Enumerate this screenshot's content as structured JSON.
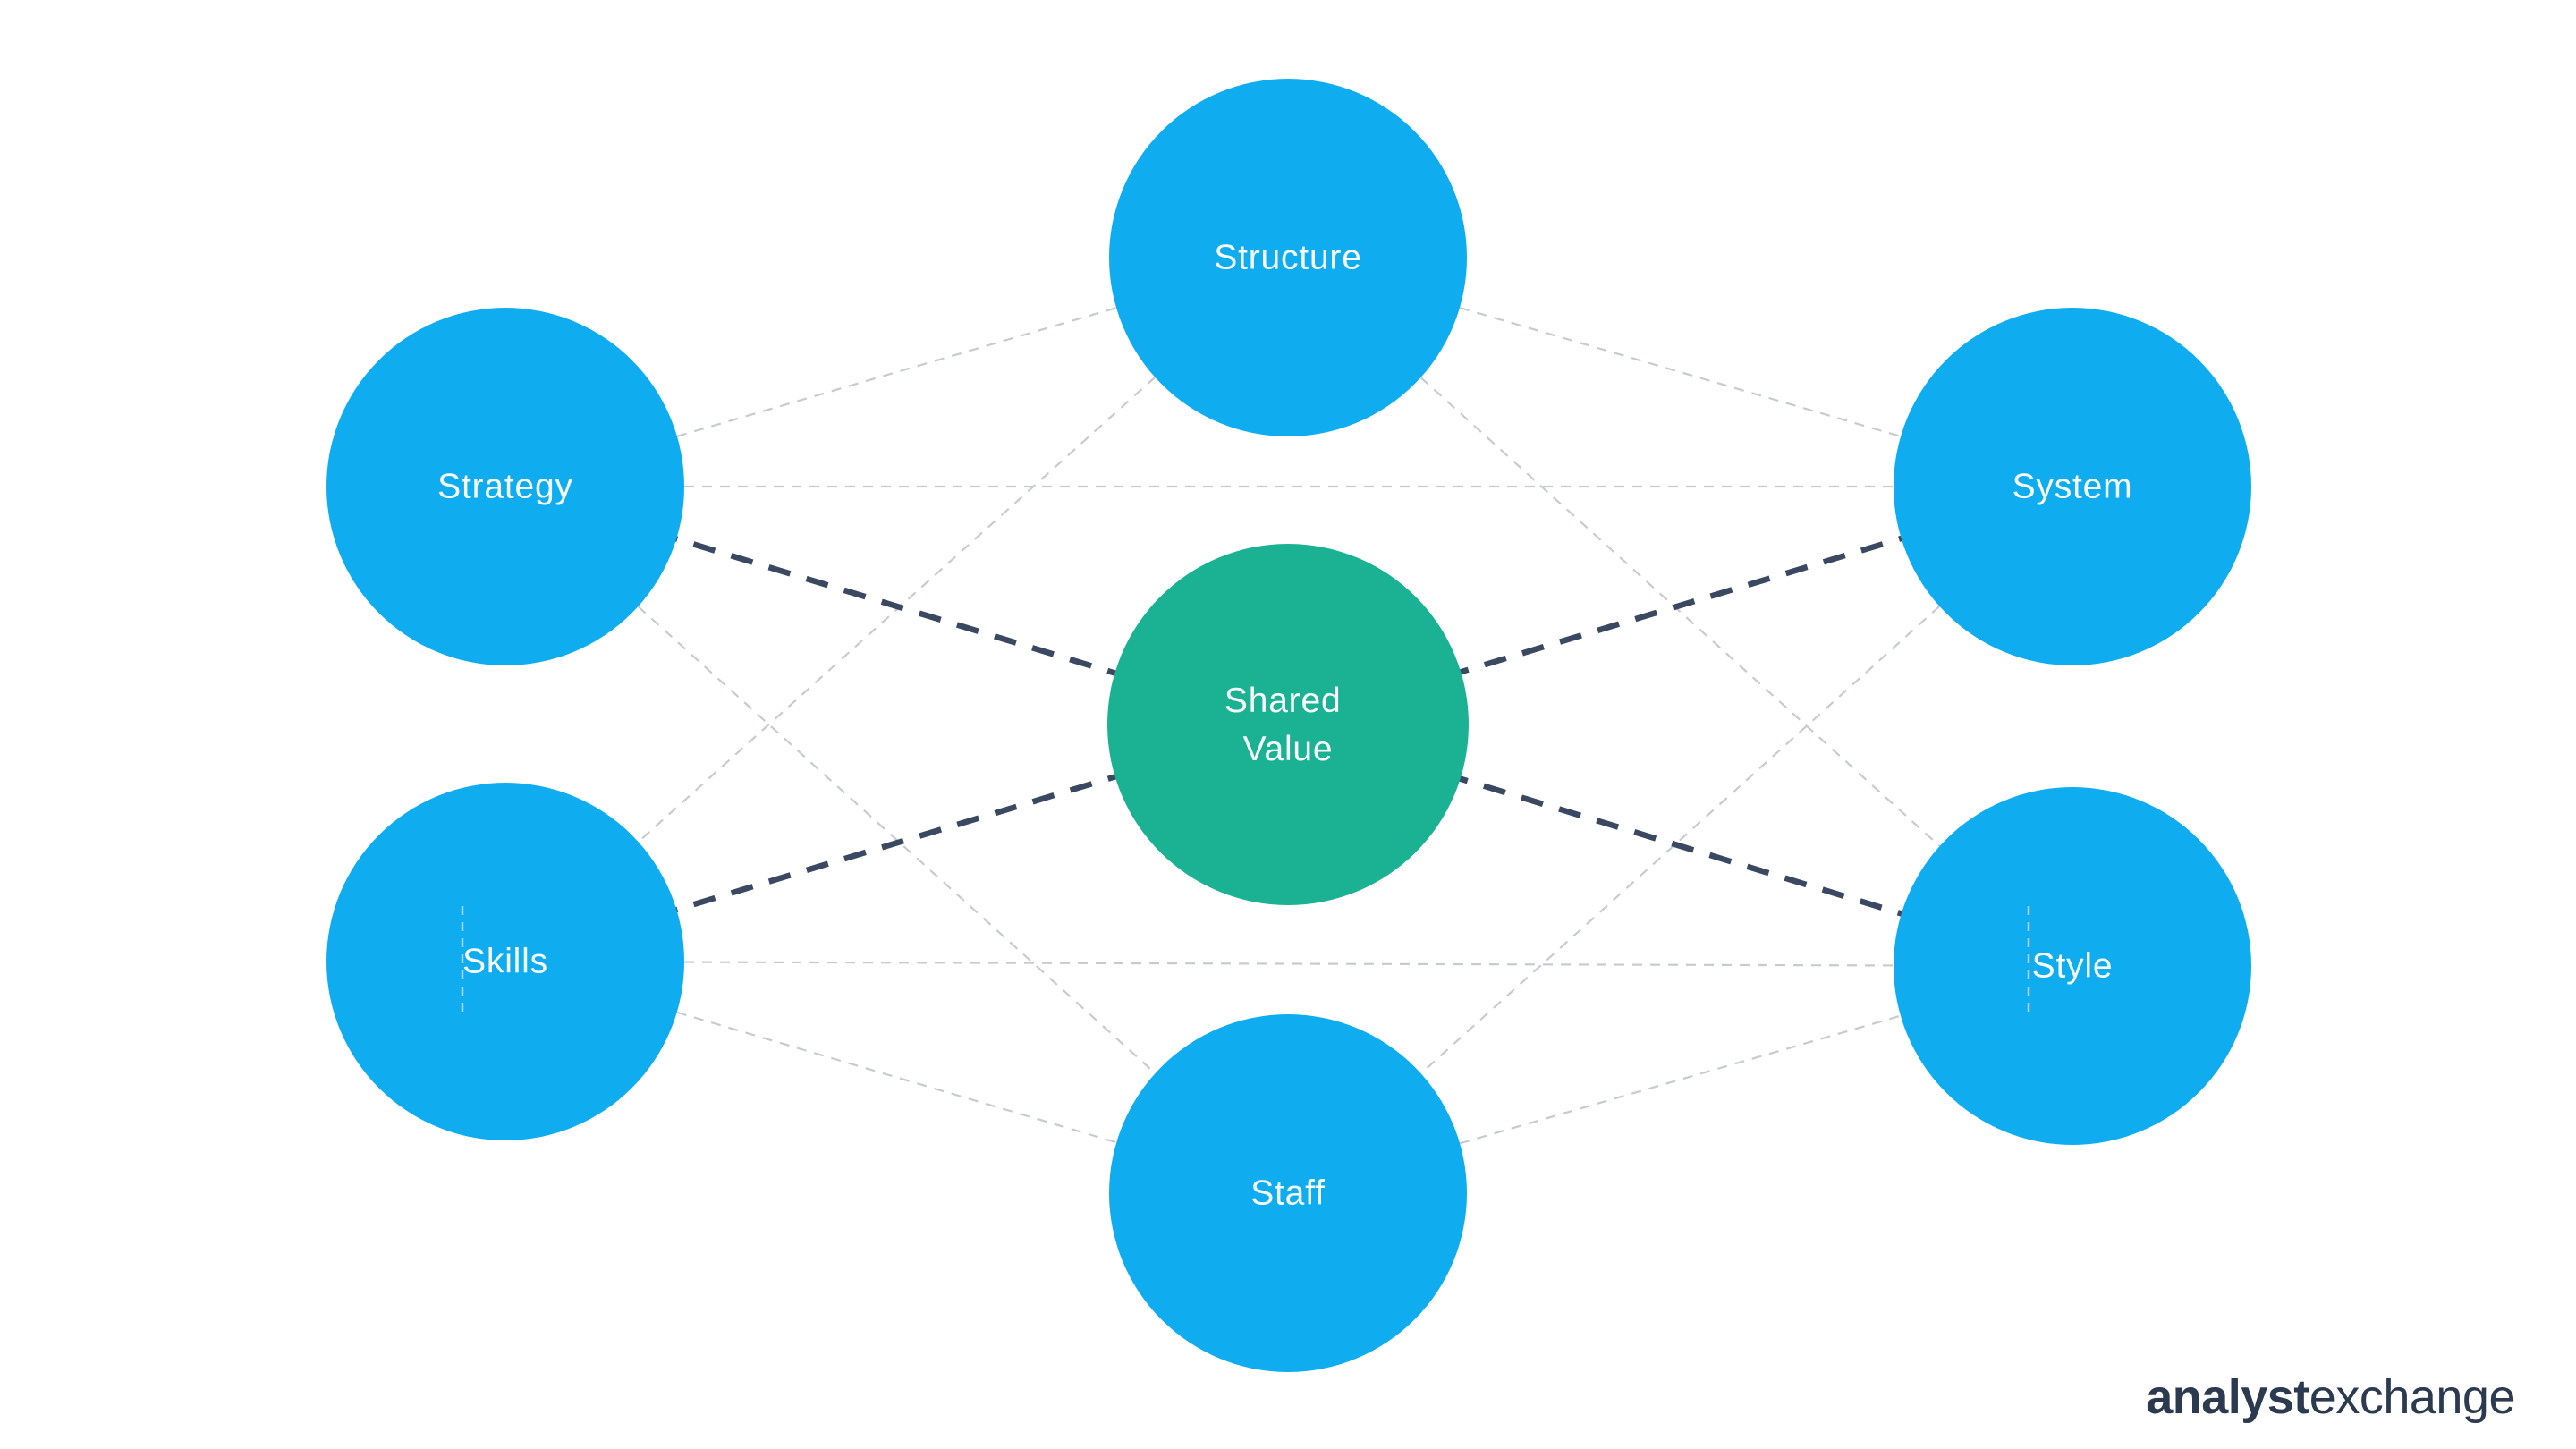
{
  "nodes": {
    "structure": {
      "label": "Structure"
    },
    "strategy": {
      "label": "Strategy"
    },
    "system": {
      "label": "System"
    },
    "shared_value": {
      "label_line1": "Shared",
      "label_line2": "Value"
    },
    "skills": {
      "label": "Skills"
    },
    "style": {
      "label": "Style"
    },
    "staff": {
      "label": "Staff"
    }
  },
  "colors": {
    "node_blue": "#10ACF0",
    "node_center_green": "#1BB294",
    "connector_dark": "#3A4862",
    "connector_light": "#C7CBD0",
    "artifact_gray": "#CBD0D6",
    "label_text": "#FFFFFF",
    "logo_text": "#2C3A50",
    "background": "#FFFFFF"
  },
  "logo": {
    "bold": "analyst",
    "light": "exchange"
  }
}
